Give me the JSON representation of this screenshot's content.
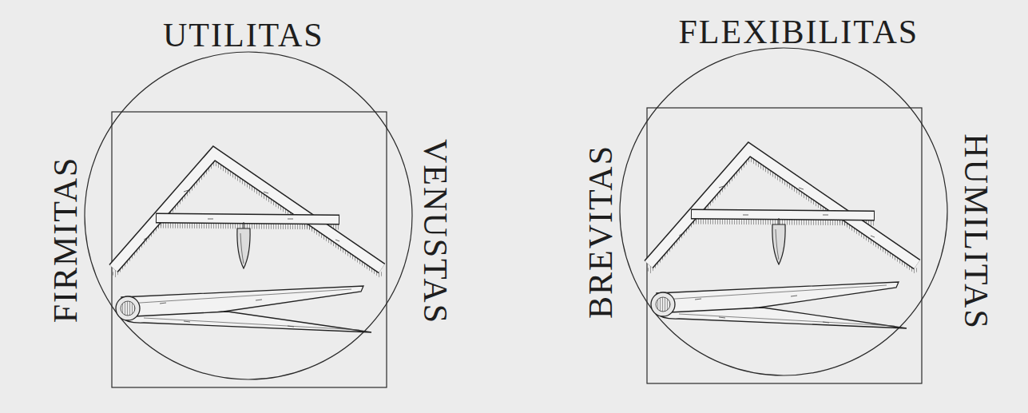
{
  "diagram": {
    "labels": [
      "UTILITAS",
      "FIRMITAS",
      "VENUSTAS",
      "FLEXIBILITAS",
      "BREVITAS",
      "HUMILITAS"
    ]
  }
}
